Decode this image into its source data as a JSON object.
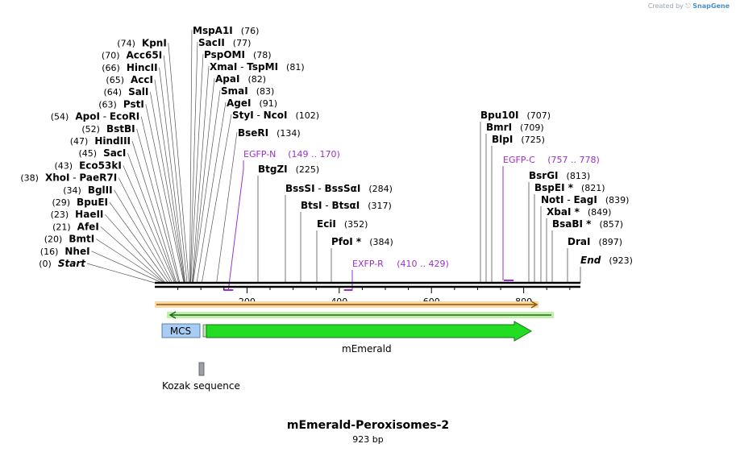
{
  "watermark": {
    "created_by": "Created by",
    "brand": "SnapGene"
  },
  "sequence": {
    "title": "mEmerald-Peroxisomes-2",
    "length": "923 bp"
  },
  "features": {
    "mcs": "MCS",
    "cds": "mEmerald",
    "kozak": "Kozak sequence"
  },
  "ruler_ticks": [
    "200",
    "400",
    "600",
    "800"
  ],
  "colors": {
    "primer": "#9b30c9",
    "cds_fill": "#22dd22",
    "mcs_fill": "#a8cdf5",
    "orange_arrow": "#ee9a1a",
    "green_arrow": "#2a9a2a"
  },
  "left_sites": [
    {
      "pos": "(0)",
      "name": "Start",
      "italic": true
    },
    {
      "pos": "(16)",
      "name": "NheI"
    },
    {
      "pos": "(20)",
      "name": "BmtI"
    },
    {
      "pos": "(21)",
      "name": "AfeI"
    },
    {
      "pos": "(23)",
      "name": "HaeII"
    },
    {
      "pos": "(29)",
      "name": "BpuEI"
    },
    {
      "pos": "(34)",
      "name": "BglII"
    },
    {
      "pos": "(38)",
      "name": "XhoI",
      "name2": "PaeR7I"
    },
    {
      "pos": "(43)",
      "name": "Eco53kI"
    },
    {
      "pos": "(45)",
      "name": "SacI"
    },
    {
      "pos": "(47)",
      "name": "HindIII"
    },
    {
      "pos": "(52)",
      "name": "BstBI"
    },
    {
      "pos": "(54)",
      "name": "ApoI",
      "name2": "EcoRI"
    },
    {
      "pos": "(63)",
      "name": "PstI"
    },
    {
      "pos": "(64)",
      "name": "SalI"
    },
    {
      "pos": "(65)",
      "name": "AccI"
    },
    {
      "pos": "(66)",
      "name": "HincII"
    },
    {
      "pos": "(70)",
      "name": "Acc65I"
    },
    {
      "pos": "(74)",
      "name": "KpnI"
    }
  ],
  "right_sites": [
    {
      "name": "MspA1I",
      "pos": "(76)"
    },
    {
      "name": "SacII",
      "pos": "(77)"
    },
    {
      "name": "PspOMI",
      "pos": "(78)"
    },
    {
      "name": "XmaI",
      "name2": "TspMI",
      "pos": "(81)"
    },
    {
      "name": "ApaI",
      "pos": "(82)"
    },
    {
      "name": "SmaI",
      "pos": "(83)"
    },
    {
      "name": "AgeI",
      "pos": "(91)"
    },
    {
      "name": "StyI",
      "name2": "NcoI",
      "pos": "(102)"
    },
    {
      "name": "BseRI",
      "pos": "(134)"
    },
    {
      "name": "BtgZI",
      "pos": "(225)"
    },
    {
      "name": "BssSI",
      "name2": "BssSαI",
      "pos": "(284)"
    },
    {
      "name": "BtsI",
      "name2": "BtsαI",
      "pos": "(317)"
    },
    {
      "name": "EciI",
      "pos": "(352)"
    },
    {
      "name": "PfoI *",
      "pos": "(384)"
    },
    {
      "name": "Bpu10I",
      "pos": "(707)"
    },
    {
      "name": "BmrI",
      "pos": "(709)"
    },
    {
      "name": "BlpI",
      "pos": "(725)"
    },
    {
      "name": "BsrGI",
      "pos": "(813)"
    },
    {
      "name": "BspEI *",
      "pos": "(821)"
    },
    {
      "name": "NotI",
      "name2": "EagI",
      "pos": "(839)"
    },
    {
      "name": "XbaI *",
      "pos": "(849)"
    },
    {
      "name": "BsaBI *",
      "pos": "(857)"
    },
    {
      "name": "DraI",
      "pos": "(897)"
    },
    {
      "name": "End",
      "pos": "(923)",
      "italic": true
    }
  ],
  "primers": [
    {
      "name": "EGFP-N",
      "range": "(149 .. 170)"
    },
    {
      "name": "EGFP-C",
      "range": "(757 .. 778)"
    },
    {
      "name": "EXFP-R",
      "range": "(410 .. 429)"
    }
  ]
}
